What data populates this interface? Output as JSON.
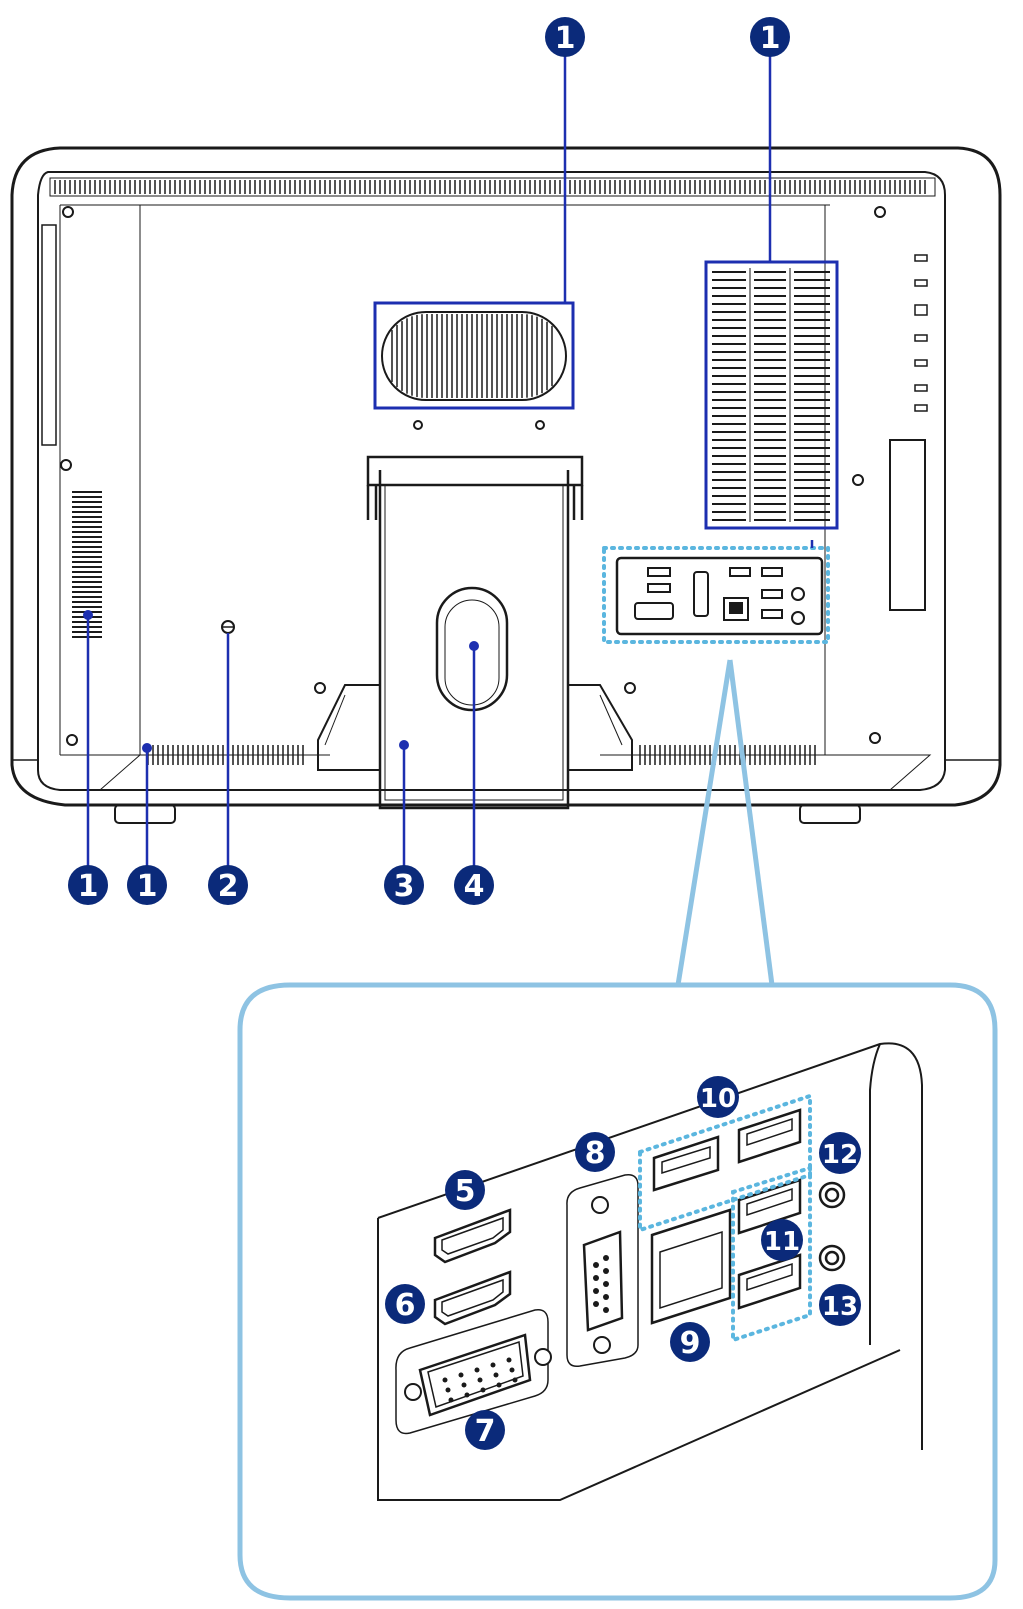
{
  "accent": "#0b2a7a",
  "callout_line_color": "#1d2fb0",
  "inset_frame_color": "#8ec3e3",
  "dotted_highlight_color": "#5bb6df",
  "outline_color": "#1a1a1a",
  "callouts": {
    "top_vent_center": "1",
    "top_vent_right": "1",
    "bottom_vent_left": "1",
    "bottom_vent_front": "1",
    "kensington_lock": "2",
    "stand": "3",
    "cable_hole": "4",
    "port_hdmi_1": "5",
    "port_hdmi_2": "6",
    "port_vga": "7",
    "port_serial": "8",
    "port_lan": "9",
    "port_usb_top": "10",
    "port_usb_bottom": "11",
    "port_audio_1": "12",
    "port_audio_2": "13"
  }
}
